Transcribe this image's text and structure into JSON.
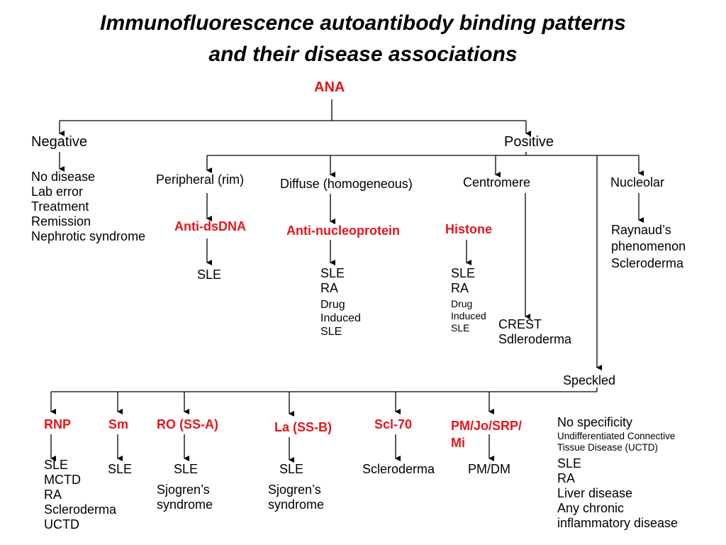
{
  "title_line1": "Immunofluorescence autoantibody binding patterns",
  "title_line2": "and their disease associations",
  "root": "ANA",
  "negative": {
    "label": "Negative",
    "items": [
      "No disease",
      "Lab error",
      "Treatment",
      "Remission",
      "Nephrotic syndrome"
    ]
  },
  "positive": {
    "label": "Positive",
    "peripheral": {
      "label": "Peripheral (rim)",
      "antibody": "Anti-dsDNA",
      "disease": "SLE"
    },
    "diffuse": {
      "label": "Diffuse (homogeneous)",
      "antibody": "Anti-nucleoprotein",
      "diseases": [
        "SLE",
        "RA"
      ],
      "small": [
        "Drug",
        "Induced",
        "SLE"
      ]
    },
    "histone": {
      "antibody": "Histone",
      "diseases": [
        "SLE",
        "RA"
      ],
      "small": [
        "Drug",
        "Induced",
        "SLE"
      ]
    },
    "centromere": {
      "label": "Centromere",
      "diseases": [
        "CREST",
        "Sdleroderma"
      ]
    },
    "nucleolar": {
      "label": "Nucleolar",
      "diseases": [
        "Raynaud’s",
        "phenomenon",
        "Scleroderma"
      ]
    },
    "speckled": {
      "label": "Speckled",
      "children": [
        {
          "antibody": "RNP",
          "diseases": [
            "SLE",
            "MCTD",
            "RA",
            "Scleroderma",
            "UCTD"
          ]
        },
        {
          "antibody": "Sm",
          "diseases": [
            "SLE"
          ]
        },
        {
          "antibody": "RO (SS-A)",
          "diseases": [
            "SLE",
            "Sjogren’s",
            "syndrome"
          ]
        },
        {
          "antibody": "La (SS-B)",
          "diseases": [
            "SLE",
            "Sjogren’s",
            "syndrome"
          ]
        },
        {
          "antibody": "Scl-70",
          "diseases": [
            "Scleroderma"
          ]
        },
        {
          "antibody_line1": "PM/Jo/SRP/",
          "antibody_line2": "Mi",
          "diseases": [
            "PM/DM"
          ]
        }
      ],
      "no_specificity": {
        "label": "No specificity",
        "small": [
          "Undifferentiated Connective",
          "Tissue Disease (UCTD)"
        ],
        "diseases": [
          "SLE",
          "RA",
          "Liver disease",
          "Any chronic",
          "inflammatory disease"
        ]
      }
    }
  }
}
